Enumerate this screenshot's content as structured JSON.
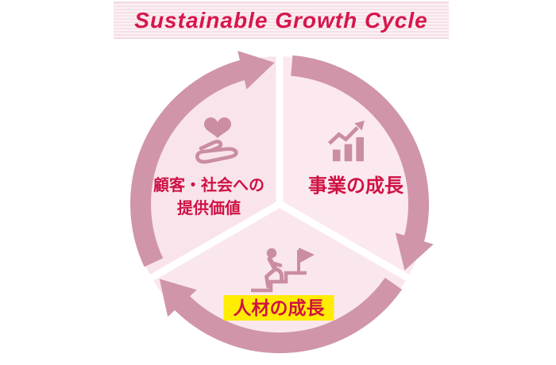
{
  "banner": {
    "title": "Sustainable Growth Cycle"
  },
  "cycle": {
    "direction": "clockwise",
    "segments": [
      {
        "name": "customer-social-value",
        "icon": "heart-in-hand-icon",
        "label_line1": "顧客・社会への",
        "label_line2": "提供価値",
        "highlighted": false
      },
      {
        "name": "business-growth",
        "icon": "growth-chart-icon",
        "label": "事業の成長",
        "highlighted": false
      },
      {
        "name": "talent-growth",
        "icon": "person-climbing-stairs-flag-icon",
        "label": "人材の成長",
        "highlighted": true
      }
    ]
  },
  "colors": {
    "title_text": "#d6164c",
    "label_text": "#cf1245",
    "ring_arrow": "#d095a9",
    "sector_fill": "#fbe9ef",
    "icon": "#ca8da2",
    "highlight": "#ffec00",
    "banner_stripe_dark": "#f6e1e7",
    "banner_stripe_light": "#fcf1f4"
  }
}
